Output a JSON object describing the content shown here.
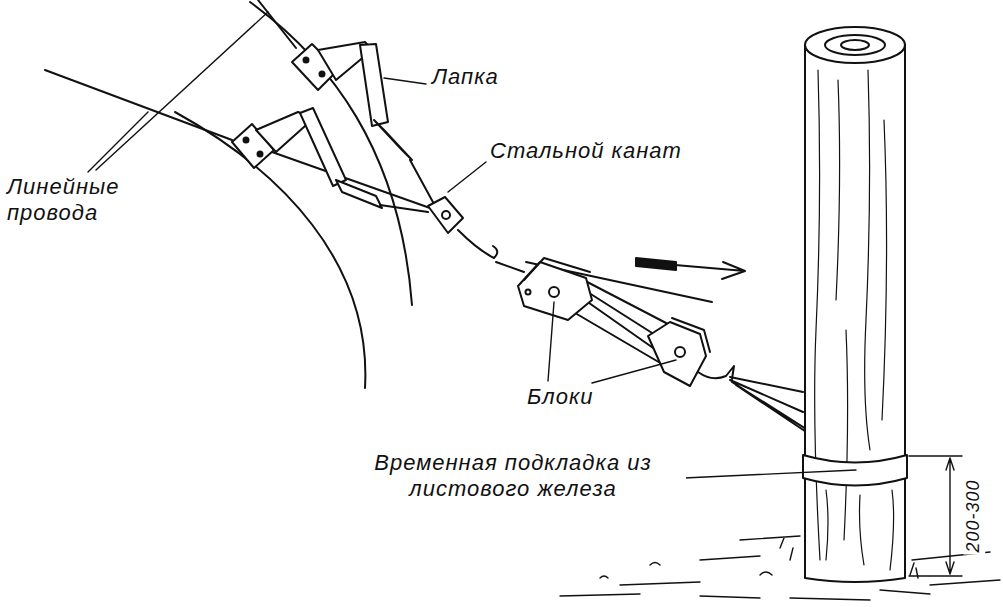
{
  "diagram": {
    "labels": [
      "Лапка",
      "Стальной канат",
      "Линейные провода",
      "Блоки",
      "Временная подкладка из листового железа",
      "200-300"
    ]
  }
}
